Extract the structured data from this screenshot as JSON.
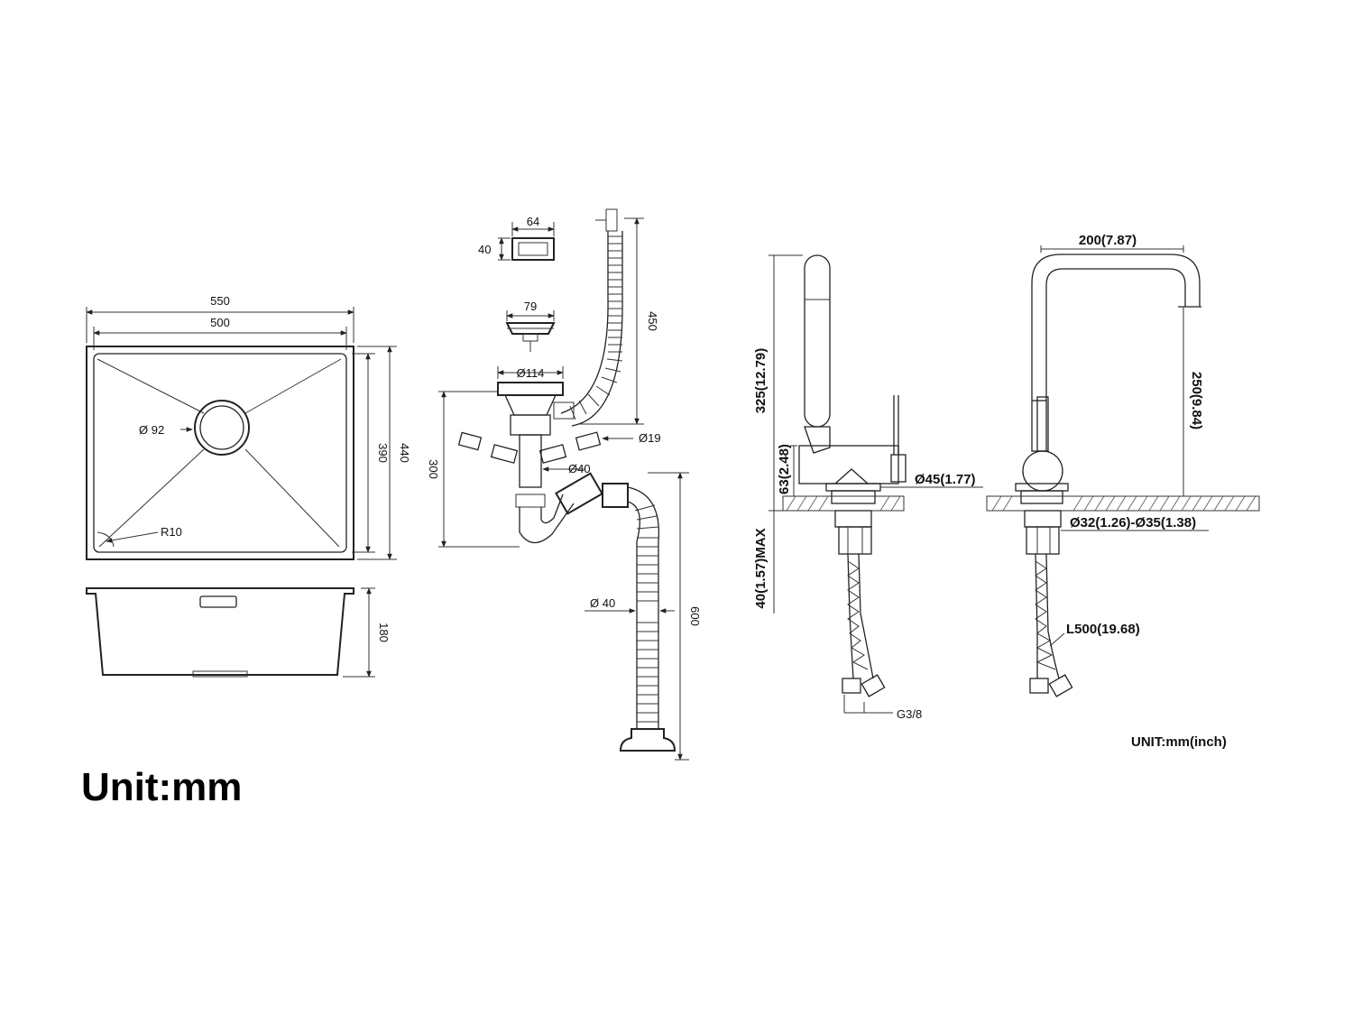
{
  "sink": {
    "outer_width": "550",
    "inner_width": "500",
    "drain_diameter": "Ø 92",
    "corner_radius": "R10",
    "inner_length": "390",
    "outer_length": "440",
    "depth": "180"
  },
  "drain": {
    "overflow_width": "64",
    "overflow_height": "40",
    "basket_diameter": "79",
    "hose_length": "450",
    "flange_diameter": "Ø114",
    "height": "300",
    "overflow_pipe_diameter": "Ø19",
    "pipe_diameter": "Ø40",
    "hose_diameter": "Ø 40",
    "hose_total_length": "600"
  },
  "faucet": {
    "total_height": "325(12.79)",
    "base_height": "63(2.48)",
    "base_diameter": "Ø45(1.77)",
    "max_deck_thickness": "40(1.57)MAX",
    "thread": "G3/8",
    "reach": "200(7.87)",
    "spout_height": "250(9.84)",
    "hole_diameter": "Ø32(1.26)-Ø35(1.38)",
    "hose_length": "L500(19.68)"
  },
  "units": {
    "main": "Unit:mm",
    "faucet": "UNIT:mm(inch)"
  }
}
